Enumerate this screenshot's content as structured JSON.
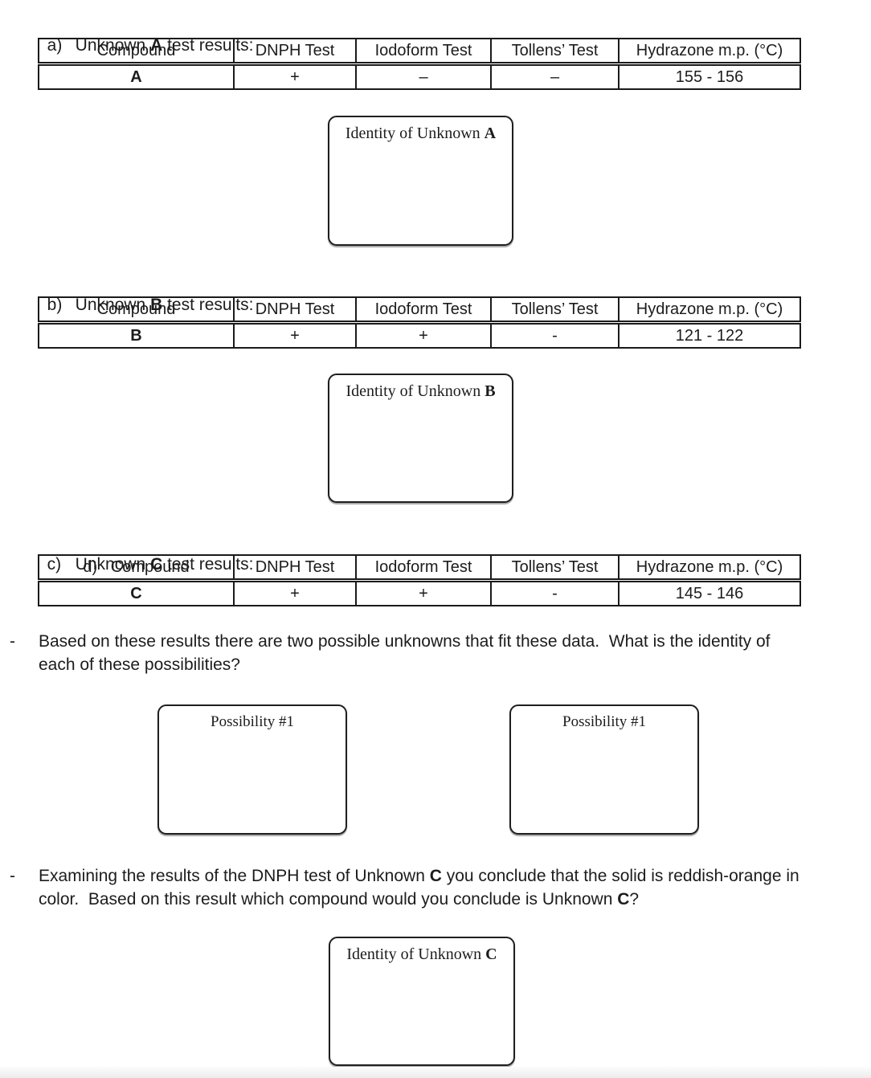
{
  "colors": {
    "text": "#1c1c1c",
    "table_border": "#1a1a1a",
    "page_bg": "#ffffff",
    "footer_strip": "#ebebeb"
  },
  "sections": {
    "a": {
      "heading": {
        "prefix": "a)",
        "pre": "Unknown ",
        "bold": "A",
        "post": " test results:"
      },
      "table": {
        "headers": [
          "Compound",
          "DNPH Test",
          "Iodoform Test",
          "Tollens’ Test",
          "Hydrazone m.p. (°C)"
        ],
        "row": [
          "A",
          "+",
          "–",
          "–",
          "155 - 156"
        ]
      },
      "box": {
        "pre": "Identity of Unknown ",
        "bold": "A"
      }
    },
    "b": {
      "heading": {
        "prefix": "b)",
        "pre": "Unknown ",
        "bold": "B",
        "post": " test results:"
      },
      "table": {
        "headers": [
          "Compound",
          "DNPH Test",
          "Iodoform Test",
          "Tollens’ Test",
          "Hydrazone m.p. (°C)"
        ],
        "row": [
          "B",
          "+",
          "+",
          "-",
          "121 - 122"
        ]
      },
      "box": {
        "pre": "Identity of Unknown ",
        "bold": "B"
      }
    },
    "c": {
      "heading": {
        "prefix": "c)",
        "pre": "Unknown ",
        "bold": "C",
        "post": " test results:"
      },
      "table": {
        "headers": [
          "d)   Compound",
          "DNPH Test",
          "Iodoform Test",
          "Tollens’ Test",
          "Hydrazone m.p. (°C)"
        ],
        "row": [
          "C",
          "+",
          "+",
          "-",
          "145 - 146"
        ]
      },
      "box": {
        "pre": "Identity of Unknown ",
        "bold": "C"
      }
    }
  },
  "questions": {
    "q1": {
      "bullet": "-",
      "line1": "Based on these results there are two possible unknowns that fit these data.  What is the identity of",
      "line2": "each of these possibilities?"
    },
    "q2": {
      "bullet": "-",
      "line1_pre": "Examining the results of the DNPH test of Unknown ",
      "line1_bold": "C",
      "line1_post": " you conclude that the solid is reddish-orange in",
      "line2_pre": "color.  Based on this result which compound would you conclude is Unknown ",
      "line2_bold": "C",
      "line2_post": "?"
    }
  },
  "possibilities": {
    "left_label": "Possibility #1",
    "right_label": "Possibility #1"
  }
}
